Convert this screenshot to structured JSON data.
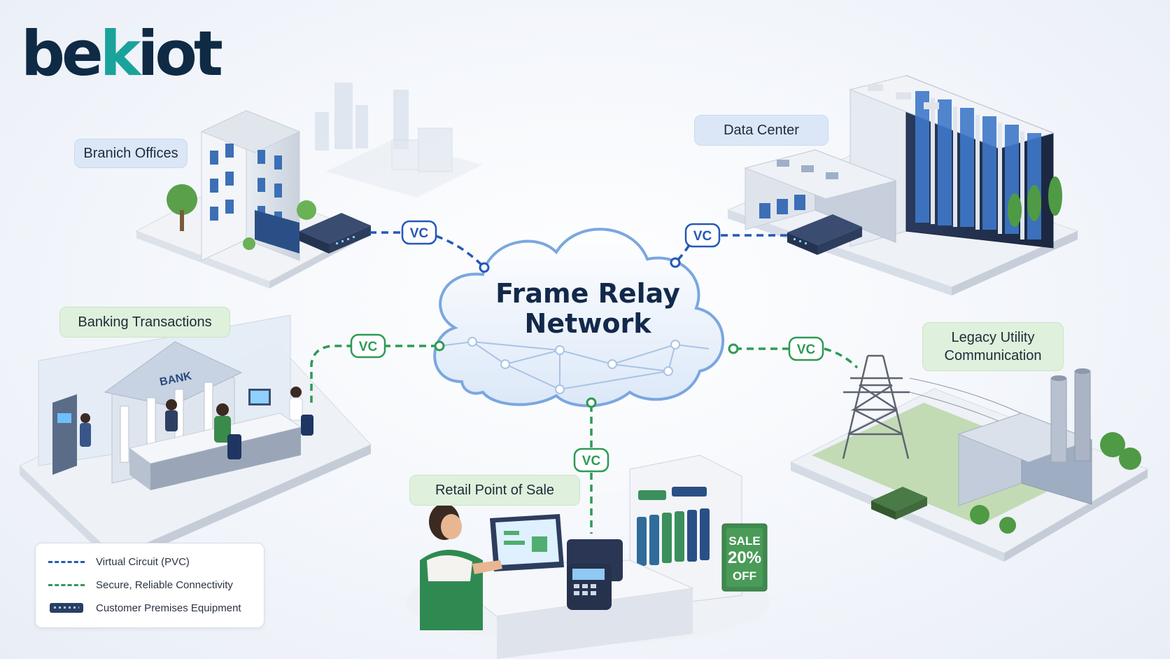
{
  "logo": {
    "text_main": "be",
    "text_accent": "k",
    "text_end": "iot"
  },
  "cloud": {
    "line1": "Frame Relay",
    "line2": "Network"
  },
  "nodes": {
    "branch": {
      "label": "Branich Offices"
    },
    "datacenter": {
      "label": "Data Center"
    },
    "banking": {
      "label": "Banking Transactions"
    },
    "utility": {
      "label_line1": "Legacy Utility",
      "label_line2": "Communication"
    },
    "retail": {
      "label": "Retail Point of Sale"
    }
  },
  "illustration_text": {
    "bank_sign": "BANK",
    "sale_line1": "SALE",
    "sale_line2": "20%",
    "sale_line3": "OFF"
  },
  "vc_badge": "VC",
  "legend": {
    "items": [
      {
        "label": "Virtual Circuit (PVC)",
        "swatch": "blue-dashed"
      },
      {
        "label": "Secure, Reliable Connectivity",
        "swatch": "green-dashed"
      },
      {
        "label": "Customer Premises Equipment",
        "swatch": "device"
      }
    ]
  },
  "colors": {
    "circuit_blue": "#2458b8",
    "circuit_green": "#2e9a55",
    "label_blue": "#dbe7f7",
    "label_green": "#dff0dc",
    "title_navy": "#13294b",
    "logo_accent": "#1aa39a"
  }
}
